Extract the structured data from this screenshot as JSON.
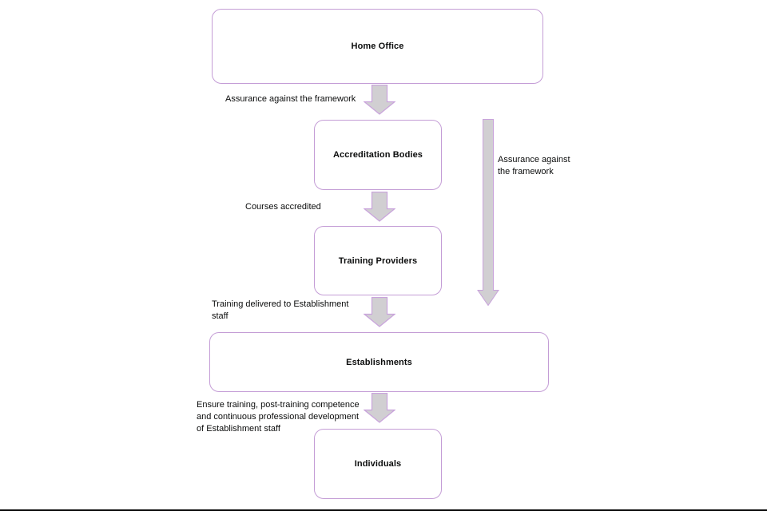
{
  "colors": {
    "box_border": "#c49dd6",
    "arrow_fill": "#d1cfd2",
    "arrow_border": "#c9a3dc",
    "text_color": "#0b0c0c",
    "page_bg": "#ffffff"
  },
  "flowchart": {
    "boxes": {
      "home_office": "Home Office",
      "accreditation_bodies": "Accreditation Bodies",
      "training_providers": "Training Providers",
      "establishments": "Establishments",
      "individuals": "Individuals"
    },
    "labels": {
      "home_to_accreditation": "Assurance against the framework",
      "accreditation_to_training": "Courses accredited",
      "training_to_establishments": "Training delivered to Establishment\nstaff",
      "establishments_to_individuals": "Ensure training, post-training competence\nand continuous professional development\nof Establishment staff",
      "home_to_establishments": "Assurance against\nthe framework"
    }
  }
}
